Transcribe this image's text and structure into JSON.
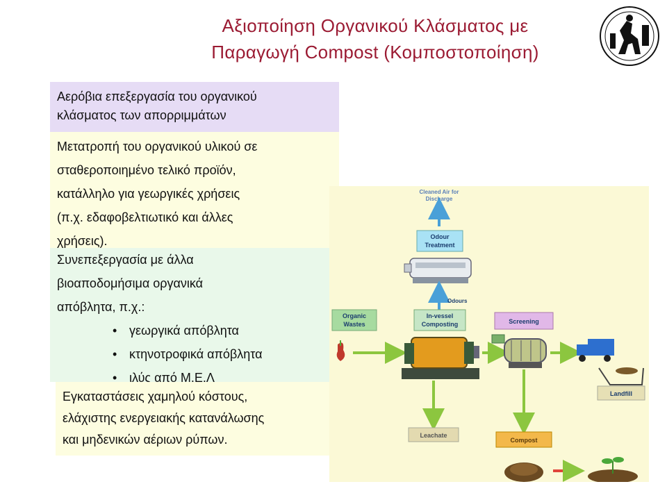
{
  "title": {
    "line1": "Αξιοποίηση Οργανικού Κλάσματος με",
    "line2": "Παραγωγή Compost (Κομποστοποίηση)"
  },
  "logo": {
    "icon": "university-seal-icon"
  },
  "box1": {
    "line1": "Αερόβια επεξεργασία του οργανικού",
    "line2": "κλάσματος των απορριμμάτων"
  },
  "box2": {
    "line1": "Μετατροπή του οργανικού υλικού σε",
    "line2": "σταθεροποιημένο τελικό προϊόν,",
    "line3": "κατάλληλο για γεωργικές χρήσεις",
    "line4": "(π.χ. εδαφοβελτιωτικό και άλλες",
    "line5": "χρήσεις)."
  },
  "box3": {
    "line1": "Συνεπεξεργασία με άλλα",
    "line2": "βιοαποδομήσιμα οργανικά",
    "line3": "απόβλητα, π.χ.:",
    "bullets": [
      "γεωργικά απόβλητα",
      "κτηνοτροφικά απόβλητα",
      "ιλύς από Μ.Ε.Λ"
    ]
  },
  "box4": {
    "line1": "Εγκαταστάσεις χαμηλού κόστους,",
    "line2": "ελάχιστης ενεργειακής κατανάλωσης",
    "line3": "και μηδενικών αέριων ρύπων."
  },
  "diagram": {
    "cleaned_air_1": "Cleaned Air for",
    "cleaned_air_2": "Discharge",
    "odour_treatment_1": "Odour",
    "odour_treatment_2": "Treatment",
    "odours": "Odours",
    "organic_wastes_1": "Organic",
    "organic_wastes_2": "Wastes",
    "in_vessel_1": "In-vessel",
    "in_vessel_2": "Composting",
    "screening": "Screening",
    "landfill": "Landfill",
    "leachate": "Leachate",
    "compost": "Compost"
  }
}
